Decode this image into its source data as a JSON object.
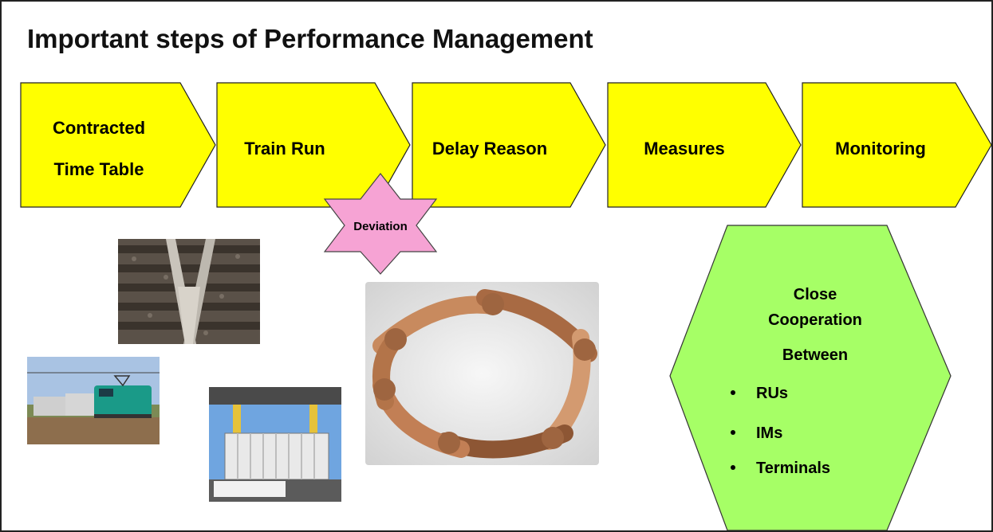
{
  "title": "Important steps of Performance Management",
  "steps": [
    {
      "line1": "Contracted",
      "line2": "Time Table"
    },
    {
      "line1": "Train Run"
    },
    {
      "line1": "Delay Reason"
    },
    {
      "line1": "Measures"
    },
    {
      "line1": "Monitoring"
    }
  ],
  "deviation_label": "Deviation",
  "cooperation": {
    "line1": "Close",
    "line2": "Cooperation",
    "line3": "Between",
    "items": [
      "RUs",
      "IMs",
      "Terminals"
    ]
  },
  "colors": {
    "step_fill": "#ffff00",
    "hexagon_fill": "#a6ff66",
    "star_fill": "#f6a3d4"
  }
}
